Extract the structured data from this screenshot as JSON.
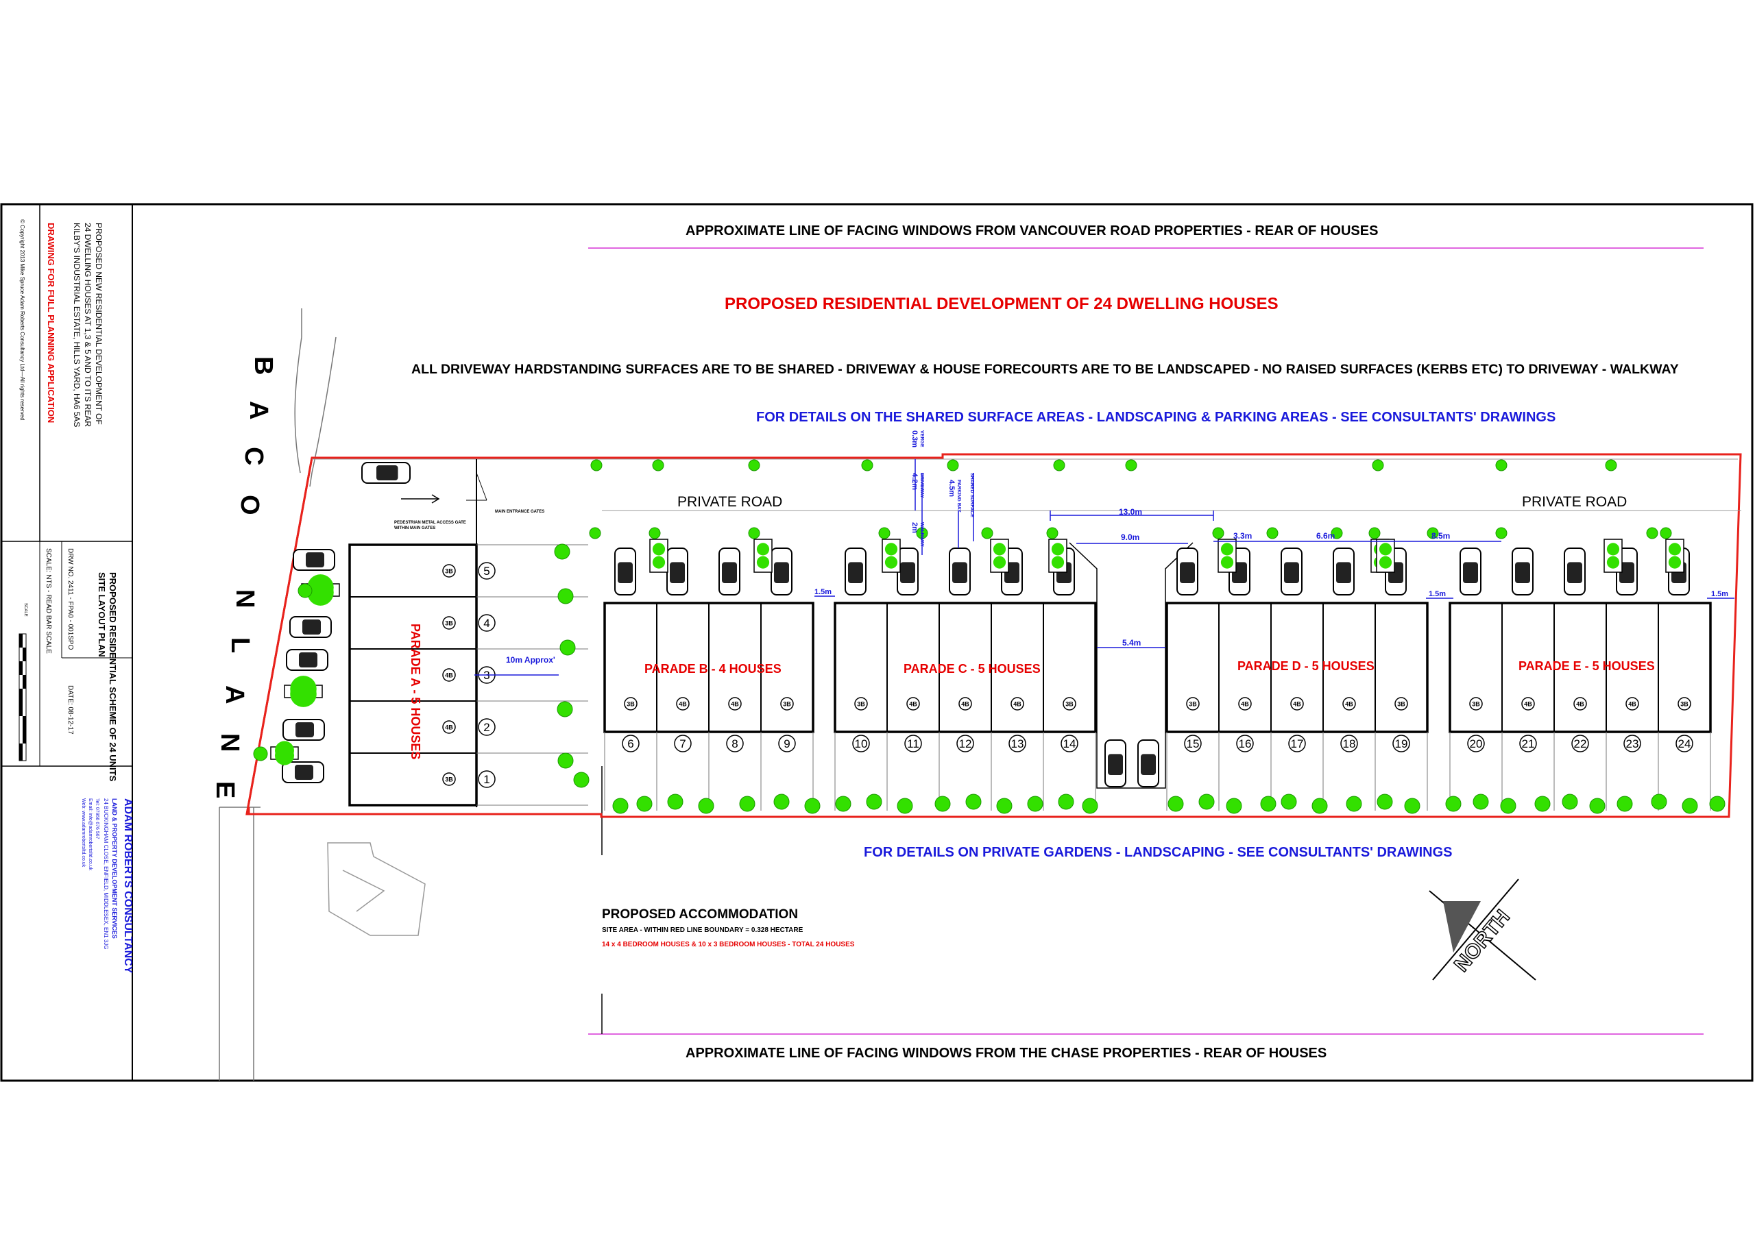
{
  "notes": {
    "top_windows": "APPROXIMATE LINE OF FACING WINDOWS FROM VANCOUVER ROAD PROPERTIES - REAR OF HOUSES",
    "bottom_windows": "APPROXIMATE LINE OF FACING WINDOWS FROM THE CHASE PROPERTIES - REAR OF HOUSES",
    "headline": "PROPOSED RESIDENTIAL DEVELOPMENT OF 24 DWELLING HOUSES",
    "driveway": "ALL DRIVEWAY HARDSTANDING SURFACES ARE TO BE SHARED - DRIVEWAY & HOUSE FORECOURTS ARE TO BE LANDSCAPED - NO RAISED SURFACES (KERBS ETC) TO DRIVEWAY -  WALKWAY",
    "shared_surface": "FOR DETAILS ON THE SHARED SURFACE AREAS - LANDSCAPING & PARKING AREAS - SEE CONSULTANTS' DRAWINGS",
    "gardens": "FOR DETAILS ON PRIVATE GARDENS - LANDSCAPING - SEE CONSULTANTS' DRAWINGS"
  },
  "road": {
    "bacon_lane_letters": [
      "B",
      "A",
      "C",
      "O",
      "N",
      "L",
      "A",
      "N",
      "E"
    ],
    "private_road": "PRIVATE ROAD",
    "main_gates": "MAIN ENTRANCE GATES",
    "ped_gate_1": "PEDESTRIAN METAL ACCESS GATE",
    "ped_gate_2": "WITHIN MAIN GATES"
  },
  "parades": [
    {
      "label": "PARADE A - 5 HOUSES"
    },
    {
      "label": "PARADE  B - 4 HOUSES"
    },
    {
      "label": "PARADE C - 5 HOUSES"
    },
    {
      "label": "PARADE D - 5 HOUSES"
    },
    {
      "label": "PARADE E - 5 HOUSES"
    }
  ],
  "dimensions": {
    "d_10m": "10m Approx'",
    "d_13m": "13.0m",
    "d_9m": "9.0m",
    "d_54m": "5.4m",
    "d_33m": "3.3m",
    "d_66m": "6.6m",
    "d_85m": "8.5m",
    "d_15m": "1.5m",
    "d_03m": "0.3m",
    "verge": "VERGE",
    "d_42m": "4.2m",
    "driveway_lbl": "DRIVEWAY",
    "d_45m": "4.5m",
    "parking_bay": "PARKING BAY",
    "shared_surface_lbl": "SHARED SURFACE",
    "d_2m": "2m",
    "walkway_lbl": "WALKWAY"
  },
  "house_numbers": [
    "1",
    "2",
    "3",
    "4",
    "5",
    "6",
    "7",
    "8",
    "9",
    "10",
    "11",
    "12",
    "13",
    "14",
    "15",
    "16",
    "17",
    "18",
    "19",
    "20",
    "21",
    "22",
    "23",
    "24"
  ],
  "house_types": {
    "a": [
      "3B",
      "3B",
      "4B",
      "4B",
      "3B"
    ],
    "row": [
      "3B",
      "4B",
      "4B",
      "3B",
      "3B",
      "4B",
      "4B",
      "4B",
      "3B",
      "3B",
      "4B",
      "4B",
      "4B",
      "3B",
      "3B",
      "4B",
      "4B",
      "4B",
      "3B"
    ]
  },
  "accommodation": {
    "title": "PROPOSED ACCOMMODATION",
    "site_area": "SITE AREA - WITHIN RED LINE BOUNDARY = 0.328 HECTARE",
    "mix": "14 x 4 BEDROOM HOUSES & 10 x 3 BEDROOM HOUSES - TOTAL 24 HOUSES"
  },
  "north_label": "NORTH",
  "title_block": {
    "project_1": "PROPOSED NEW RESIDENTIAL DEVELOPMENT OF",
    "project_2": "24 DWELLING HOUSES AT 1,3 & 5 AND TO ITS REAR",
    "project_3": "KILBY'S INDUSTRIAL ESTATE, HILLS YARD, HA6 5AS",
    "status": "DRAWING FOR FULL PLANNING APPLICATION",
    "copyright": "© Copyright 2013 Mike Spruce Adam Roberts Consultancy Ltd—All rights reserved",
    "scheme_1": "PROPOSED RESIDENTIAL SCHEME OF 24 UNITS",
    "scheme_2": "SITE LAYOUT PLAN",
    "drwg_no": "DRW NO. 2411 - FPA0 - 001SPO",
    "date": "DATE: 08-12-17",
    "scale": "SCALE: NTS - READ BAR SCALE",
    "scale_small": "SCALE",
    "company": "ADAM ROBERTS CONSULTANCY",
    "company_sub": "LAND & PROPERTY DEVELOPMENT SERVICES",
    "address": "24 BUCKINGHAM CLOSE, ENFIELD, MIDDLESEX, EN1 3JG",
    "tel": "Tel: 07956 676 567",
    "email": "Email: info@adamrobertsltd.co.uk",
    "web": "Web: www.adamrobertsltd.co.uk"
  },
  "colors": {
    "boundary": "#e8221c",
    "accent_red": "#e60000",
    "blue": "#1a1adb",
    "magenta": "#e066e0",
    "tree": "#33e000"
  }
}
